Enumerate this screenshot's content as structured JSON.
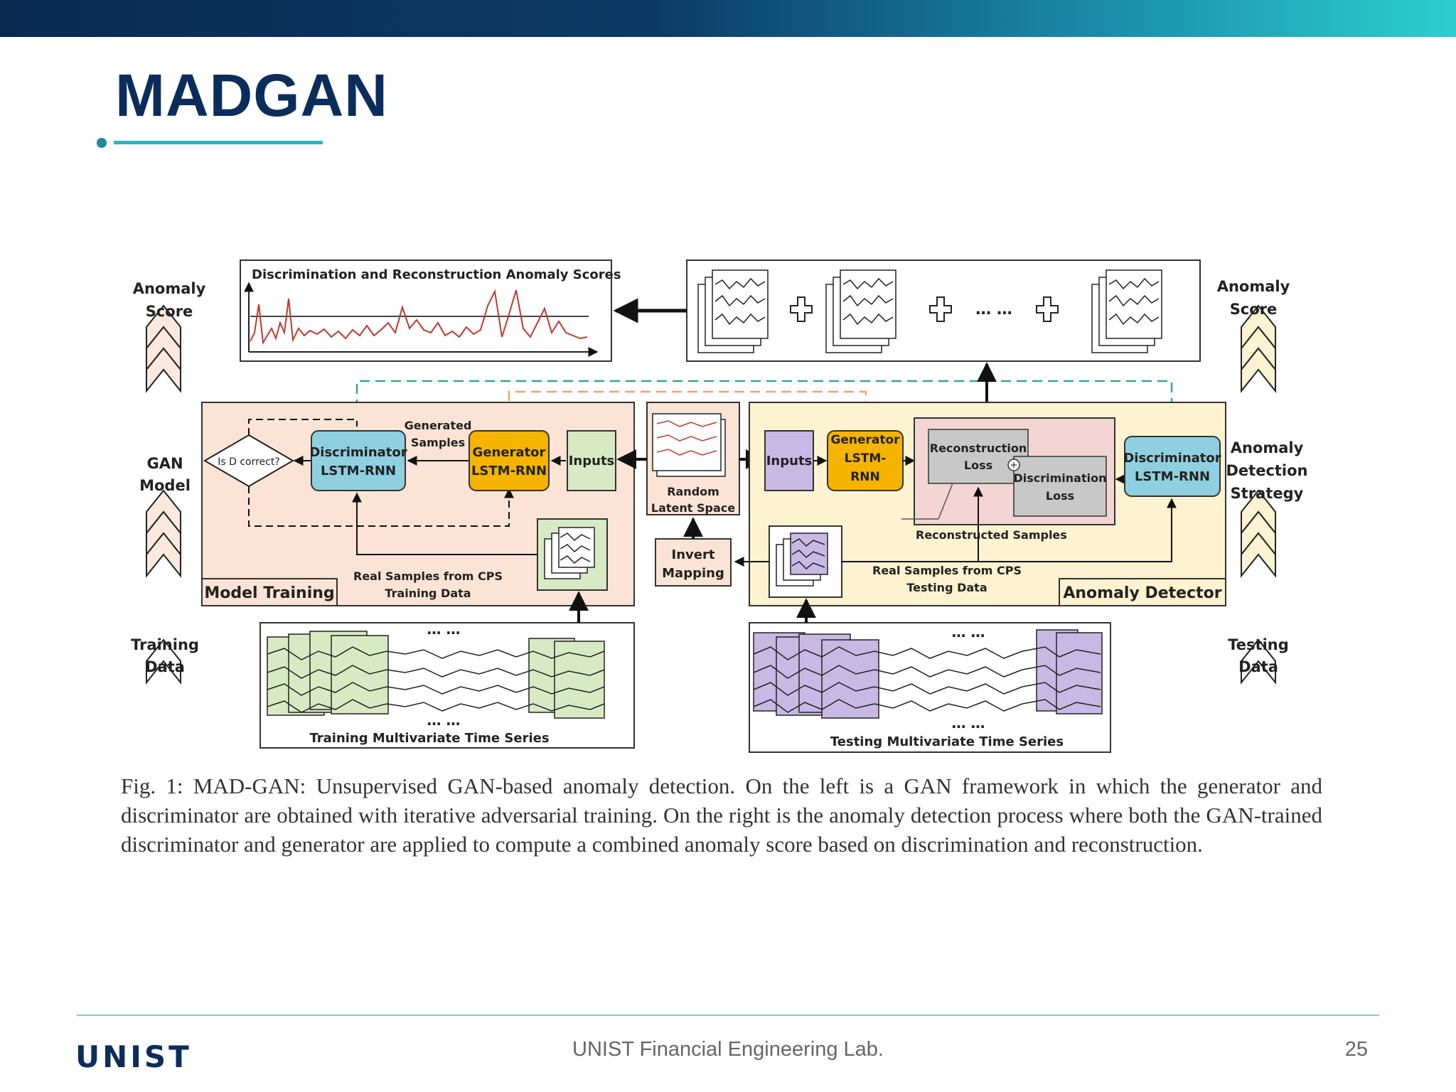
{
  "slide": {
    "title": "MADGAN",
    "footer_text": "UNIST Financial Engineering Lab.",
    "page_number": "25",
    "logo_text": "UNIST",
    "colors": {
      "title": "#0b2d5c",
      "accent_line": "#2bb5c0"
    }
  },
  "figure": {
    "scores_title": "Discrimination and Reconstruction Anomaly  Scores",
    "ellipsis": "… …",
    "left_labels": {
      "anomaly_score": [
        "Anomaly",
        "Score"
      ],
      "gan_model": [
        "GAN",
        "Model"
      ],
      "training_data": [
        "Training",
        "Data"
      ]
    },
    "right_labels": {
      "anomaly_score": [
        "Anomaly",
        "Score"
      ],
      "strategy": [
        "Anomaly",
        "Detection",
        "Strategy"
      ],
      "testing_data": [
        "Testing",
        "Data"
      ]
    },
    "training": {
      "section_label": "Model Training",
      "is_d_correct": "Is D correct?",
      "discriminator": [
        "Discriminator",
        "LSTM-RNN"
      ],
      "generated_samples": [
        "Generated",
        "Samples"
      ],
      "generator": [
        "Generator",
        "LSTM-RNN"
      ],
      "inputs": "Inputs",
      "real_samples": [
        "Real Samples from CPS",
        "Training Data"
      ]
    },
    "middle": {
      "random_latent": [
        "Random",
        "Latent Space"
      ],
      "invert_mapping": [
        "Invert",
        "Mapping"
      ]
    },
    "detector": {
      "section_label": "Anomaly Detector",
      "inputs": "Inputs",
      "generator": [
        "Generator",
        "LSTM-",
        "RNN"
      ],
      "reconstruction_loss": [
        "Reconstruction",
        "Loss"
      ],
      "discrimination_loss": [
        "Discrimination",
        "Loss"
      ],
      "discriminator": [
        "Discriminator",
        "LSTM-RNN"
      ],
      "reconstructed_samples": "Reconstructed Samples",
      "real_samples": [
        "Real Samples from CPS",
        "Testing Data"
      ]
    },
    "training_series_label": "Training Multivariate Time Series",
    "testing_series_label": "Testing Multivariate Time Series"
  },
  "caption": "Fig. 1: MAD-GAN: Unsupervised GAN-based anomaly detection. On the left is a GAN framework in which the generator and discriminator are obtained with iterative adversarial training. On the right is the anomaly detection process where both the GAN-trained discriminator and generator are applied to compute a combined anomaly score based on discrimination and reconstruction."
}
